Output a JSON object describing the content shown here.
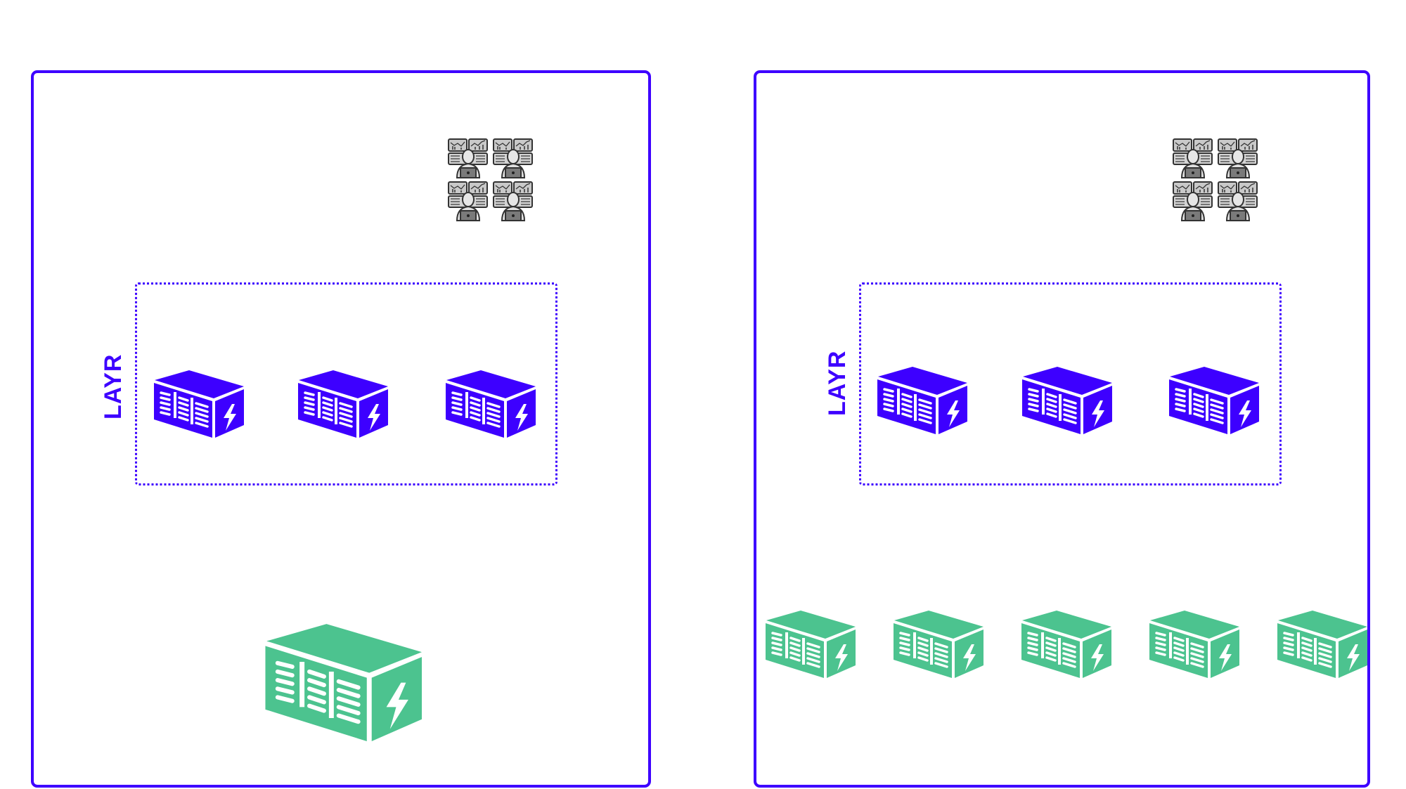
{
  "colors": {
    "accent": "#3d00ff",
    "container_blue": "#3d00ff",
    "container_green": "#4cc38f",
    "user_icon_gray": "#8c8c8c"
  },
  "panels": [
    {
      "name": "left",
      "layer_label": "LAYR",
      "user_group_icon": "team-analysts-icon",
      "layer_containers": [
        {
          "icon": "power-container-icon",
          "color": "blue"
        },
        {
          "icon": "power-container-icon",
          "color": "blue"
        },
        {
          "icon": "power-container-icon",
          "color": "blue"
        }
      ],
      "base_containers": [
        {
          "icon": "power-container-icon",
          "color": "green",
          "size": "large"
        }
      ]
    },
    {
      "name": "right",
      "layer_label": "LAYR",
      "user_group_icon": "team-analysts-icon",
      "layer_containers": [
        {
          "icon": "power-container-icon",
          "color": "blue"
        },
        {
          "icon": "power-container-icon",
          "color": "blue"
        },
        {
          "icon": "power-container-icon",
          "color": "blue"
        }
      ],
      "base_containers": [
        {
          "icon": "power-container-icon",
          "color": "green"
        },
        {
          "icon": "power-container-icon",
          "color": "green"
        },
        {
          "icon": "power-container-icon",
          "color": "green"
        },
        {
          "icon": "power-container-icon",
          "color": "green"
        },
        {
          "icon": "power-container-icon",
          "color": "green"
        }
      ]
    }
  ]
}
